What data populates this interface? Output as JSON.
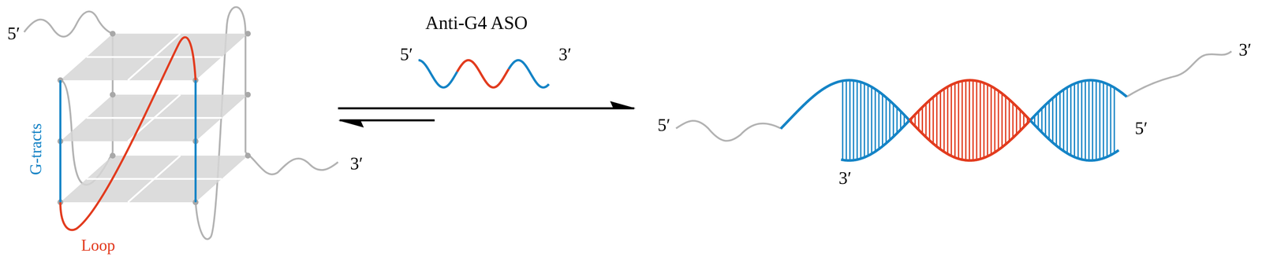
{
  "diagram": {
    "labels": [
      "5′",
      "G-tracts",
      "Loop",
      "3′",
      "Anti-G4 ASO",
      "5′",
      "3′",
      "5′",
      "3′",
      "5′",
      "3′"
    ]
  }
}
